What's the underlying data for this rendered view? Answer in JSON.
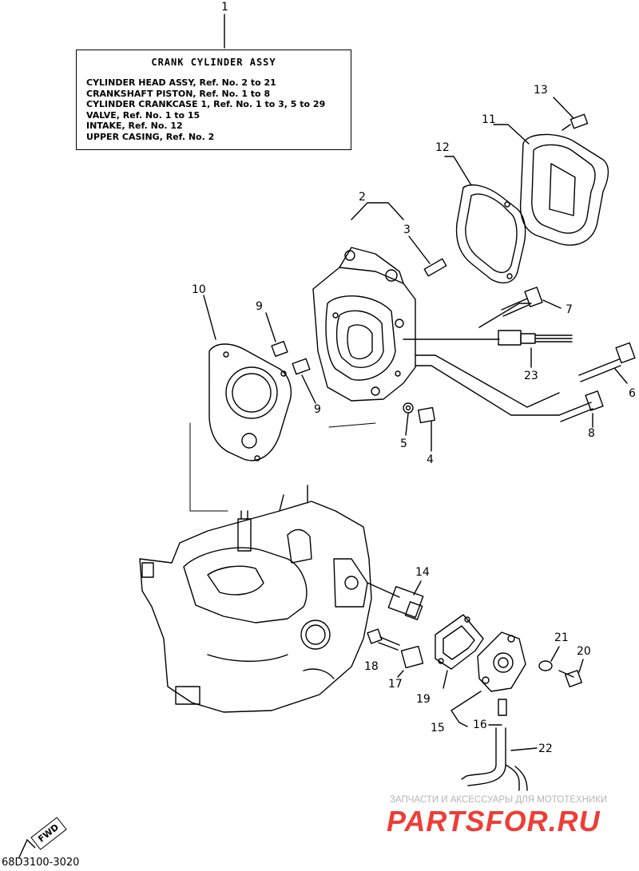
{
  "assembly_box": {
    "title": "CRANK CYLINDER ASSY",
    "lines": [
      "CYLINDER HEAD ASSY,  Ref. No. 2 to 21",
      "CRANKSHAFT PISTON,   Ref. No. 1 to 8",
      "CYLINDER CRANKCASE 1, Ref. No. 1 to 3, 5 to 29",
      "VALVE,  Ref. No. 1 to 15",
      "INTAKE, Ref. No. 12",
      "UPPER CASING, Ref. No. 2"
    ]
  },
  "callouts": [
    "1",
    "2",
    "3",
    "4",
    "5",
    "6",
    "7",
    "8",
    "9",
    "9",
    "10",
    "11",
    "12",
    "13",
    "14",
    "15",
    "16",
    "17",
    "18",
    "19",
    "20",
    "21",
    "22",
    "23"
  ],
  "fwd_label": "FWD",
  "diagram_code": "68D3100-3020",
  "watermark": {
    "tagline": "ЗАПЧАСТИ И АКСЕССУАРЫ ДЛЯ МОТОТЕХНИКИ",
    "logo": "PARTSFOR.RU"
  },
  "colors": {
    "line": "#000000",
    "watermark_red": "#ee2d24",
    "watermark_gray": "#b5b5b5"
  }
}
